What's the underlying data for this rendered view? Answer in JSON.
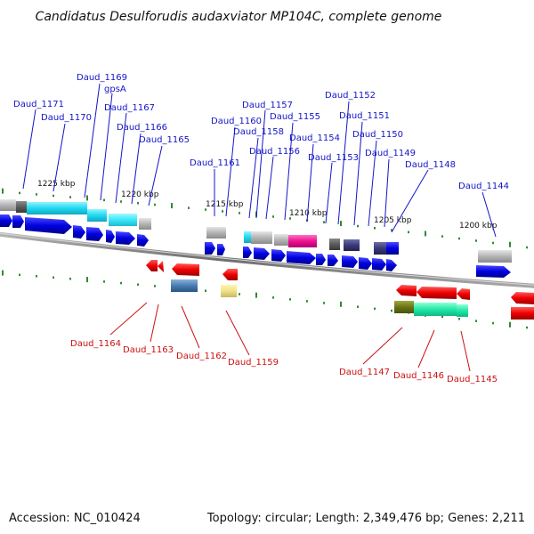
{
  "title": "Candidatus Desulforudis audaxviator MP104C, complete genome",
  "accession": "Accession: NC_010424",
  "summary": "Topology: circular; Length: 2,349,476 bp; Genes: 2,211",
  "scale_labels": [
    "1225 kbp",
    "1220 kbp",
    "1215 kbp",
    "1210 kbp",
    "1205 kbp",
    "1200 kbp"
  ],
  "forward_genes": [
    "Daud_1171",
    "Daud_1170",
    "Daud_1169",
    "gpsA",
    "Daud_1167",
    "Daud_1166",
    "Daud_1165",
    "Daud_1161",
    "Daud_1160",
    "Daud_1158",
    "Daud_1157",
    "Daud_1156",
    "Daud_1155",
    "Daud_1154",
    "Daud_1153",
    "Daud_1152",
    "Daud_1151",
    "Daud_1150",
    "Daud_1149",
    "Daud_1148",
    "Daud_1144"
  ],
  "reverse_genes": [
    "Daud_1164",
    "Daud_1163",
    "Daud_1162",
    "Daud_1159",
    "Daud_1147",
    "Daud_1146",
    "Daud_1145"
  ],
  "colors": {
    "forward_gene": "#1010e0",
    "reverse_gene": "#e01010",
    "forward_label": "#1414c8",
    "reverse_label": "#cc1010",
    "tick": "#2e8b2e",
    "backbone": "#808080"
  }
}
